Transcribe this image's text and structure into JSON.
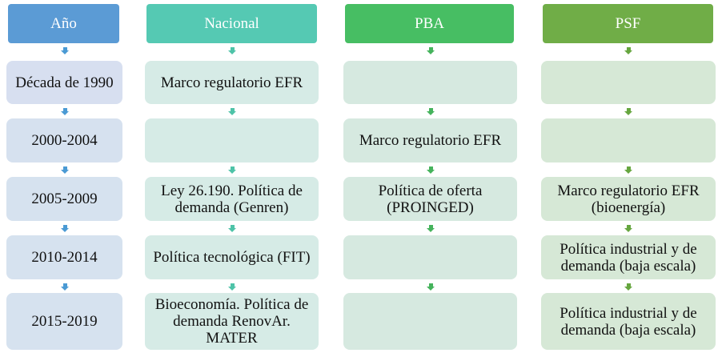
{
  "columns": [
    {
      "key": "ano",
      "header": "Año",
      "header_color": "#5b9bd5",
      "cell_color": "#d6e2ef",
      "arrow_color": "#4a9ad4"
    },
    {
      "key": "nacional",
      "header": "Nacional",
      "header_color": "#55c9b3",
      "cell_color": "#d6ebe6",
      "arrow_color": "#4ec3a8"
    },
    {
      "key": "pba",
      "header": "PBA",
      "header_color": "#47be63",
      "cell_color": "#d6e9e0",
      "arrow_color": "#45b35c"
    },
    {
      "key": "psf",
      "header": "PSF",
      "header_color": "#70ad47",
      "cell_color": "#d6e8d6",
      "arrow_color": "#66a63f"
    }
  ],
  "rows": [
    {
      "ano": "Década de 1990",
      "nacional": "Marco regulatorio EFR",
      "pba": "",
      "psf": ""
    },
    {
      "ano": "2000-2004",
      "nacional": "",
      "pba": "Marco regulatorio EFR",
      "psf": ""
    },
    {
      "ano": "2005-2009",
      "nacional": "Ley 26.190. Política de demanda (Genren)",
      "pba": "Política de oferta (PROINGED)",
      "psf": "Marco regulatorio EFR (bioenergía)"
    },
    {
      "ano": "2010-2014",
      "nacional": "Política tecnológica (FIT)",
      "pba": "",
      "psf": "Política industrial y de demanda (baja escala)"
    },
    {
      "ano": "2015-2019",
      "nacional": "Bioeconomía. Política de demanda RenovAr. MATER",
      "pba": "",
      "psf": "Política industrial y de demanda (baja escala)"
    }
  ]
}
